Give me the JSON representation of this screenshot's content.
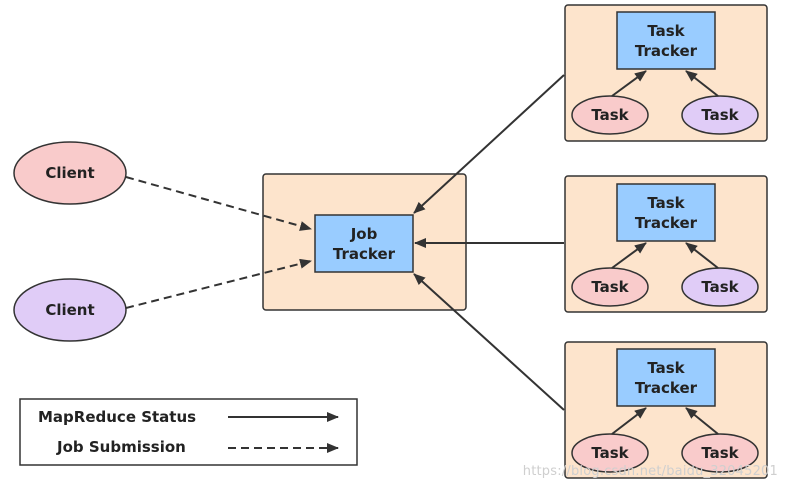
{
  "clients": [
    {
      "label": "Client",
      "fill": "#f9cbcb"
    },
    {
      "label": "Client",
      "fill": "#e0ccf7"
    }
  ],
  "job_tracker": {
    "label_line1": "Job",
    "label_line2": "Tracker"
  },
  "task_nodes": [
    {
      "tracker_line1": "Task",
      "tracker_line2": "Tracker",
      "task_left": {
        "label": "Task",
        "fill": "#f9cbcb"
      },
      "task_right": {
        "label": "Task",
        "fill": "#e0ccf7"
      }
    },
    {
      "tracker_line1": "Task",
      "tracker_line2": "Tracker",
      "task_left": {
        "label": "Task",
        "fill": "#f9cbcb"
      },
      "task_right": {
        "label": "Task",
        "fill": "#e0ccf7"
      }
    },
    {
      "tracker_line1": "Task",
      "tracker_line2": "Tracker",
      "task_left": {
        "label": "Task",
        "fill": "#f9cbcb"
      },
      "task_right": {
        "label": "Task",
        "fill": "#f9cbcb"
      }
    }
  ],
  "legend": {
    "status": "MapReduce Status",
    "submission": "Job Submission"
  },
  "watermark": "https://blog.csdn.net/baidu_32045201",
  "colors": {
    "container_fill": "#fde4cc",
    "tracker_fill": "#99ccff",
    "stroke": "#333333"
  }
}
